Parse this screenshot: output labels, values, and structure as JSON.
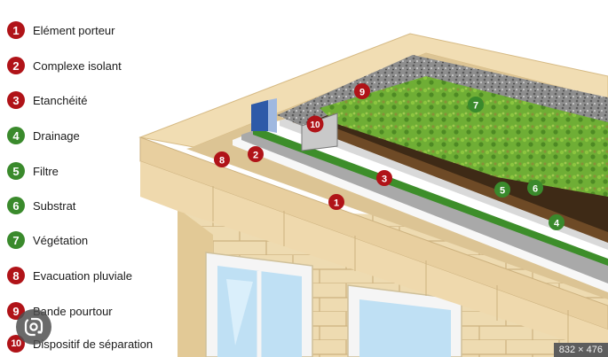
{
  "legend": [
    {
      "num": "1",
      "label": "Elément porteur",
      "color": "#b01318"
    },
    {
      "num": "2",
      "label": "Complexe isolant",
      "color": "#b01318"
    },
    {
      "num": "3",
      "label": "Etanchéité",
      "color": "#b01318"
    },
    {
      "num": "4",
      "label": "Drainage",
      "color": "#3a8a2c"
    },
    {
      "num": "5",
      "label": "Filtre",
      "color": "#3a8a2c"
    },
    {
      "num": "6",
      "label": "Substrat",
      "color": "#3a8a2c"
    },
    {
      "num": "7",
      "label": "Végétation",
      "color": "#3a8a2c"
    },
    {
      "num": "8",
      "label": "Evacuation pluviale",
      "color": "#b01318"
    },
    {
      "num": "9",
      "label": "Bande pourtour",
      "color": "#b01318"
    },
    {
      "num": "10",
      "label": "Dispositif de séparation",
      "color": "#b01318"
    }
  ],
  "callouts": {
    "c1": "1",
    "c2": "2",
    "c3": "3",
    "c4": "4",
    "c5": "5",
    "c6": "6",
    "c7": "7",
    "c8": "8",
    "c9": "9",
    "c10": "10"
  },
  "image_size": "832 × 476",
  "icons": {
    "lens": "google-lens-icon"
  }
}
